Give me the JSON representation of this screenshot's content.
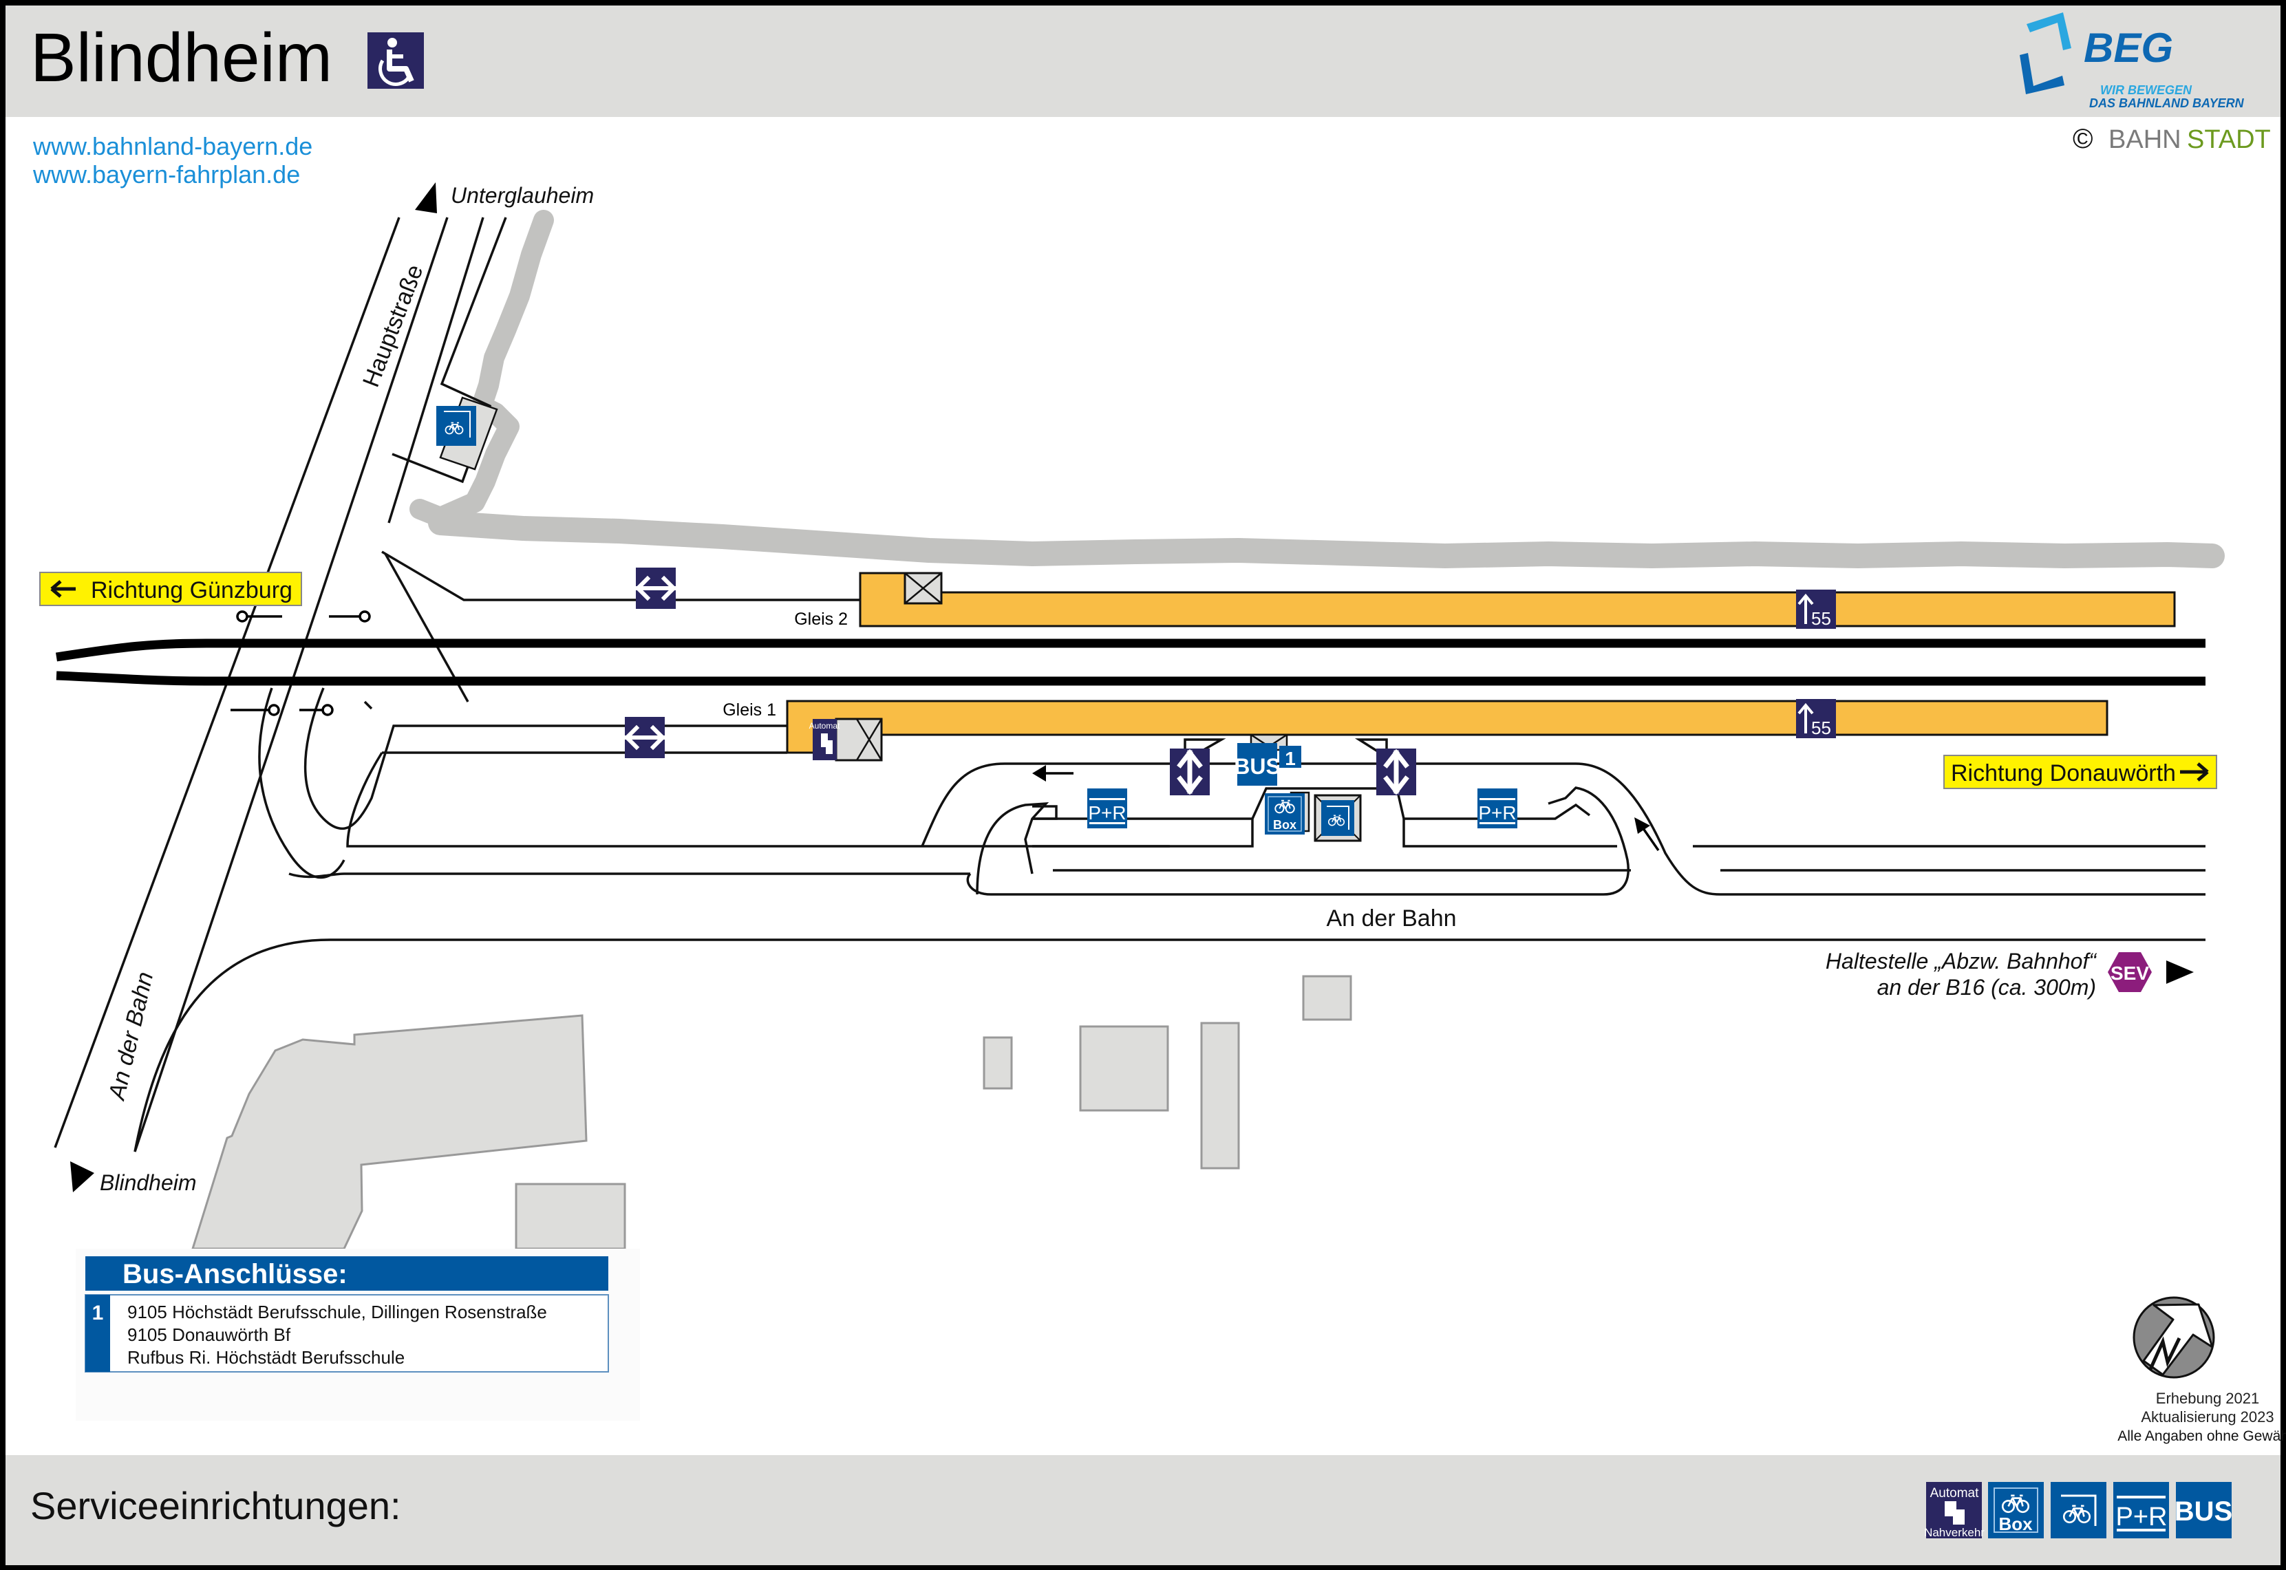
{
  "header": {
    "station_name": "Blindheim",
    "accessibility_icon": "wheelchair-icon",
    "logo": {
      "name": "BEG",
      "tagline_1": "WIR BEWEGEN",
      "tagline_2": "DAS BAHNLAND BAYERN"
    },
    "copyright_symbol": "©",
    "copyright_part1": "BAHN",
    "copyright_part2": "STADT"
  },
  "links": [
    "www.bahnland-bayern.de",
    "www.bayern-fahrplan.de"
  ],
  "map": {
    "directions": {
      "west": "Richtung Günzburg",
      "east": "Richtung Donauwörth",
      "north": "Unterglauheim",
      "south": "Blindheim"
    },
    "streets": {
      "main": "Hauptstraße",
      "side": "An der Bahn",
      "lower": "An der Bahn"
    },
    "platforms": [
      {
        "name": "Gleis 2",
        "height_cm": "55"
      },
      {
        "name": "Gleis 1",
        "height_cm": "55"
      }
    ],
    "icons": {
      "automat": "Automat",
      "bus": "BUS",
      "bus_stop_number": "1",
      "park_ride": "P+R",
      "bike_box": "Box",
      "sev": "SEV"
    },
    "sev_stop": {
      "line1": "Haltestelle „Abzw. Bahnhof“",
      "line2": "an der B16 (ca. 300m)"
    },
    "colors": {
      "platform": "#f9bd45",
      "navy": "#2a2661",
      "blue": "#0158a0",
      "direction_sign": "#fff200",
      "sev": "#8c1d7c",
      "building": "#dddddb",
      "vegetation": "#c2c2c0"
    }
  },
  "bus_connections": {
    "title": "Bus-Anschlüsse:",
    "stops": [
      {
        "number": "1",
        "lines": [
          "9105 Höchstädt Berufsschule, Dillingen Rosenstraße",
          "9105 Donauwörth Bf",
          "Rufbus Ri. Höchstädt Berufsschule"
        ]
      }
    ]
  },
  "survey": {
    "compass_letter": "N",
    "line1": "Erhebung 2021",
    "line2": "Aktualisierung 2023",
    "line3": "Alle Angaben ohne Gewähr!"
  },
  "footer": {
    "title": "Serviceeinrichtungen:",
    "services": [
      {
        "id": "automat",
        "top": "Automat",
        "bottom": "Nahverkehr"
      },
      {
        "id": "bike-box",
        "label": "Box"
      },
      {
        "id": "bike-parking"
      },
      {
        "id": "park-ride",
        "label": "P+R"
      },
      {
        "id": "bus",
        "label": "BUS"
      }
    ]
  }
}
